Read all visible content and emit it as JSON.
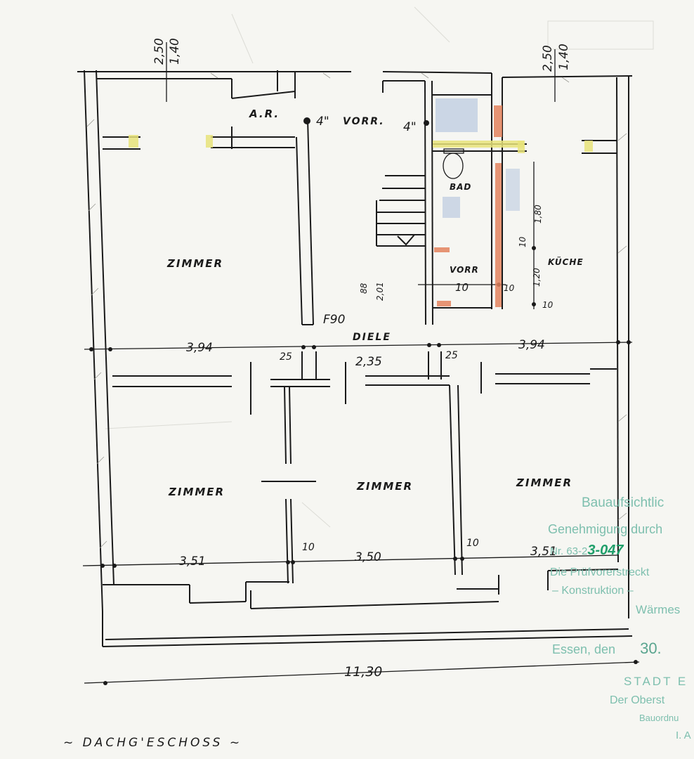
{
  "plan": {
    "floor_title": "~ DACHG'ESCHOSS ~",
    "rooms": {
      "zimmer_top_left": "ZIMMER",
      "zimmer_bottom_left": "ZIMMER",
      "zimmer_bottom_middle": "ZIMMER",
      "zimmer_bottom_right": "ZIMMER",
      "kueche": "KÜCHE",
      "bad": "BAD",
      "diele": "DIELE",
      "vorr": "VORR",
      "ar": "A.R.",
      "vorr_top": "VORR."
    },
    "annotations": {
      "wall_4a": "4\"",
      "wall_4b": "4\"",
      "f90": "F90",
      "dim_250_left": "2,50",
      "dim_140_left": "1,40",
      "dim_250_right": "2,50",
      "dim_140_right": "1,40",
      "dim_88": "88",
      "dim_201": "2,01",
      "dim_10_a": "10",
      "dim_180": "1,80",
      "dim_10_b": "10",
      "dim_120": "1,20",
      "dim_10_c": "10",
      "dim_10_d": "10"
    },
    "dimensions": {
      "left_394": "3,94",
      "right_394": "3,94",
      "middle_235": "2,35",
      "d25_left": "25",
      "d25_right": "25",
      "bottom_351_left": "3,51",
      "bottom_350": "3,50",
      "bottom_351_right": "3,51",
      "d10_left": "10",
      "d10_right": "10",
      "total": "11,30"
    }
  },
  "stamp": {
    "line1": "Bauaufsichtlic",
    "line2": "Genehmigung durch",
    "line3_prefix": "Nr. 63-2",
    "line3_hand": "3-047",
    "line4": "Die Prüfvorerstreckt",
    "line5": "– Konstruktion –",
    "line6": "Wärmes",
    "line7_prefix": "Essen, den",
    "line7_date": "30.",
    "line8": "STADT E",
    "line9": "Der Oberst",
    "line10": "Bauordnu",
    "line11": "I. A"
  }
}
